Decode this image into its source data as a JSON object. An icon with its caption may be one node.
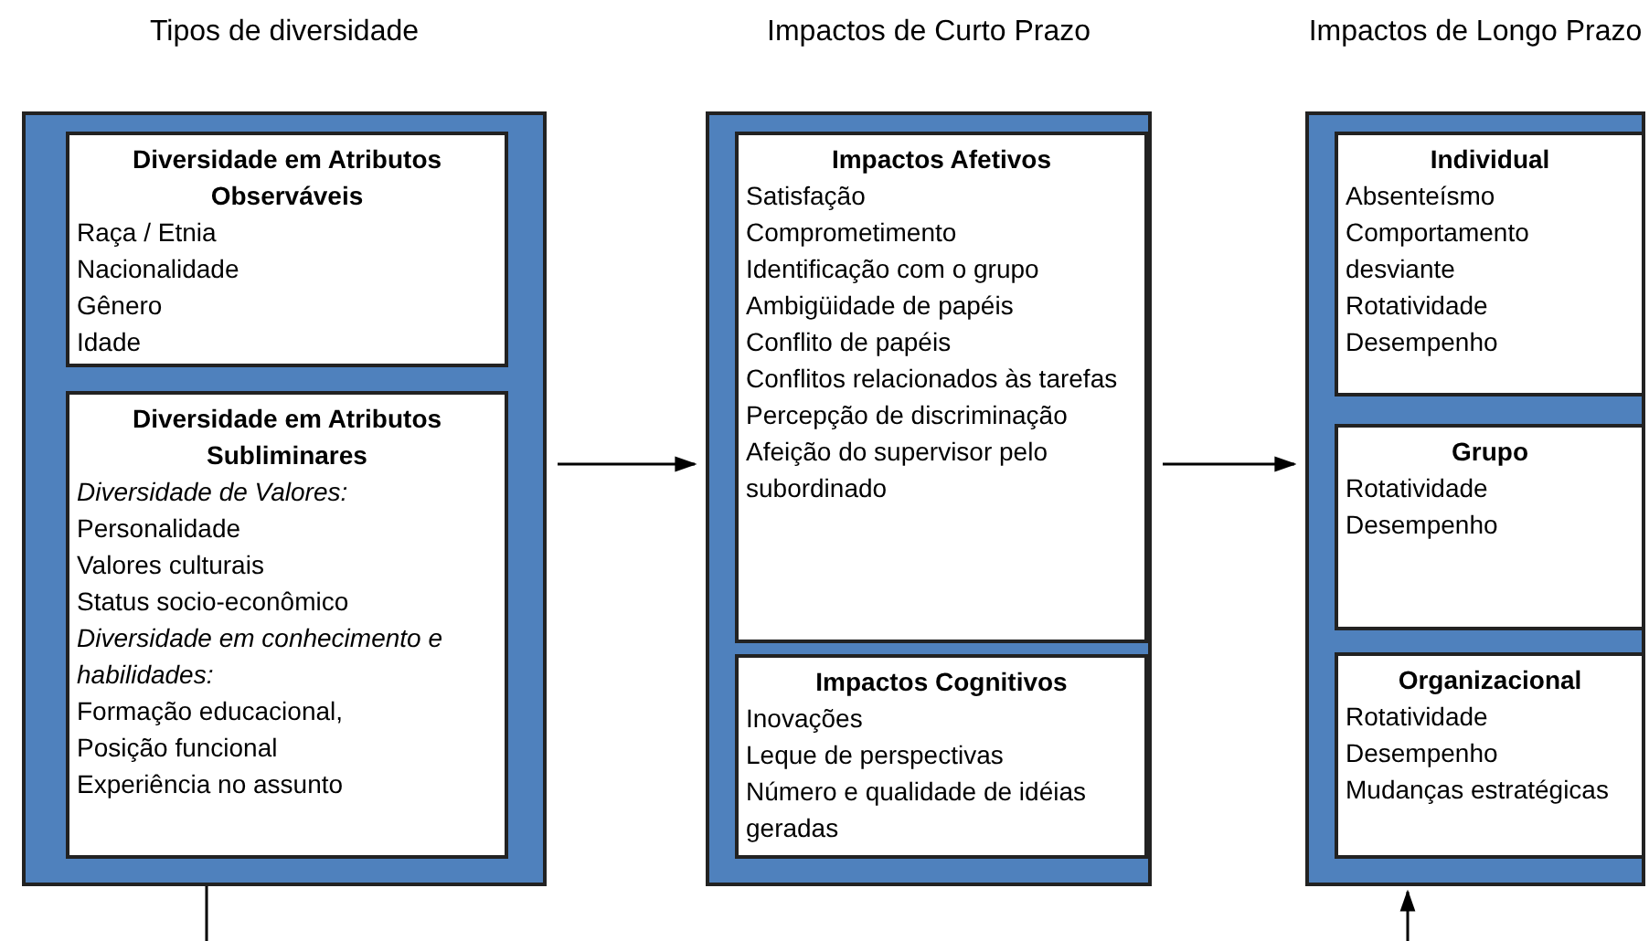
{
  "diagram": {
    "nodes": [
      {
        "text": [
          "Tipos de diversidade"
        ]
      },
      {
        "text": [
          "Diversidade em Atributos Observáveis",
          "Raça / Etnia",
          "Nacionalidade",
          "Gênero",
          "Idade"
        ],
        "in": 0
      },
      {
        "text": [
          "Diversidade em Atributos Subliminares",
          "*Diversidade de Valores:*",
          "Personalidade",
          "Valores culturais",
          "Status socio-econômico",
          "*Diversidade em conhecimento e habilidades:*",
          "Formação educacional,",
          "Posição funcional",
          "Experiência no assunto"
        ],
        "in": 0
      },
      {
        "text": [
          "Impactos de Curto Prazo"
        ]
      },
      {
        "text": [
          "Impactos Afetivos",
          "Satisfação",
          "Comprometimento",
          "Identificação com o grupo",
          "Ambigüidade de papéis",
          "Conflito de papéis",
          "Conflitos relacionados às tarefas",
          "Percepção de discriminação",
          "Afeição do supervisor pelo subordinado"
        ],
        "in": 3
      },
      {
        "text": [
          "Impactos Cognitivos",
          "Inovações",
          "Leque de perspectivas",
          "Número e qualidade de idéias geradas"
        ],
        "in": 3
      },
      {
        "text": [
          "Impactos de Longo Prazo"
        ]
      },
      {
        "text": [
          "Individual",
          "Absenteísmo",
          "Comportamento desviante",
          "Rotatividade",
          "Desempenho"
        ],
        "in": 6
      },
      {
        "text": [
          "Grupo",
          "Rotatividade",
          "Desempenho"
        ],
        "in": 6
      },
      {
        "text": [
          "Organizacional",
          "Rotatividade",
          "Desempenho",
          "Mudanças estratégicas"
        ],
        "in": 6
      }
    ],
    "edges": [
      {
        "from": 0,
        "to": 3,
        "arrow": "to"
      },
      {
        "from": 3,
        "to": 6,
        "arrow": "to"
      },
      {
        "from": 0,
        "to": null,
        "arrow": "none"
      },
      {
        "from": null,
        "to": 6,
        "arrow": "to"
      }
    ]
  }
}
